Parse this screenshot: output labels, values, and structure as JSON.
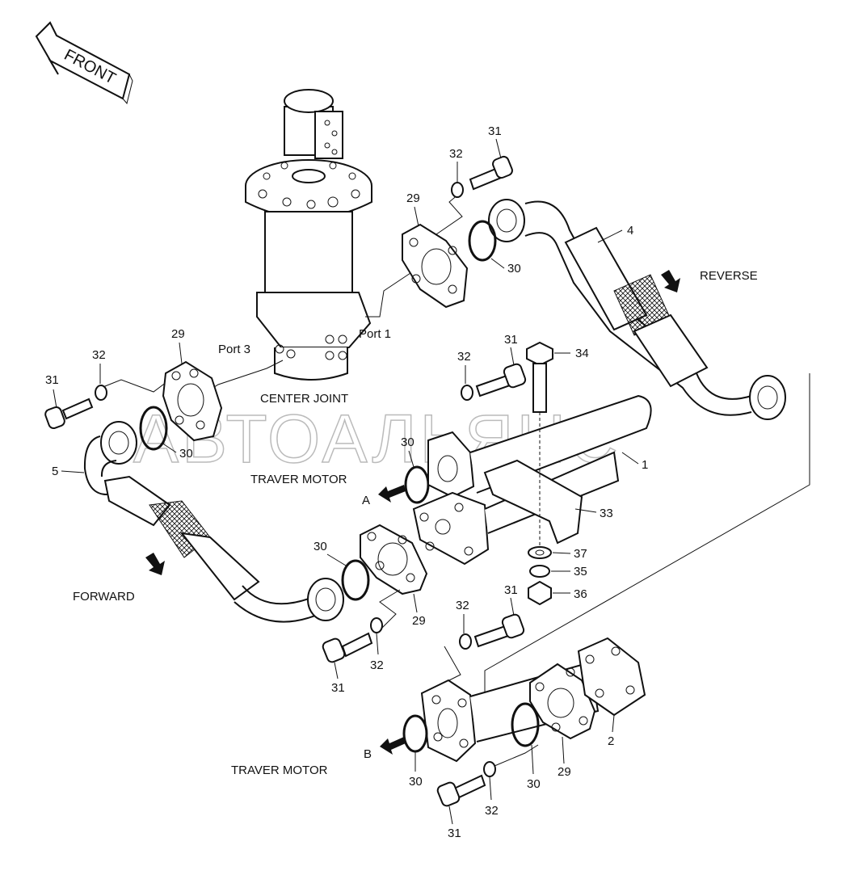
{
  "front_label": "FRONT",
  "labels": {
    "center_joint": "CENTER JOINT",
    "port1": "Port 1",
    "port3": "Port 3",
    "reverse": "REVERSE",
    "forward": "FORWARD",
    "traver_motor_top": "TRAVER MOTOR",
    "traver_motor_bottom": "TRAVER MOTOR",
    "a": "A",
    "b": "B"
  },
  "watermark": "АВТОАЛЬЯНС",
  "callouts": {
    "c1": "1",
    "c2": "2",
    "c4": "4",
    "c5": "5",
    "c29a": "29",
    "c29b": "29",
    "c29c": "29",
    "c29d": "29",
    "c30a": "30",
    "c30b": "30",
    "c30c": "30",
    "c30d": "30",
    "c30e": "30",
    "c30f": "30",
    "c31a": "31",
    "c31b": "31",
    "c31c": "31",
    "c31d": "31",
    "c31e": "31",
    "c31f": "31",
    "c32a": "32",
    "c32b": "32",
    "c32c": "32",
    "c32d": "32",
    "c32e": "32",
    "c32f": "32",
    "c33": "33",
    "c34": "34",
    "c35": "35",
    "c36": "36",
    "c37": "37"
  }
}
